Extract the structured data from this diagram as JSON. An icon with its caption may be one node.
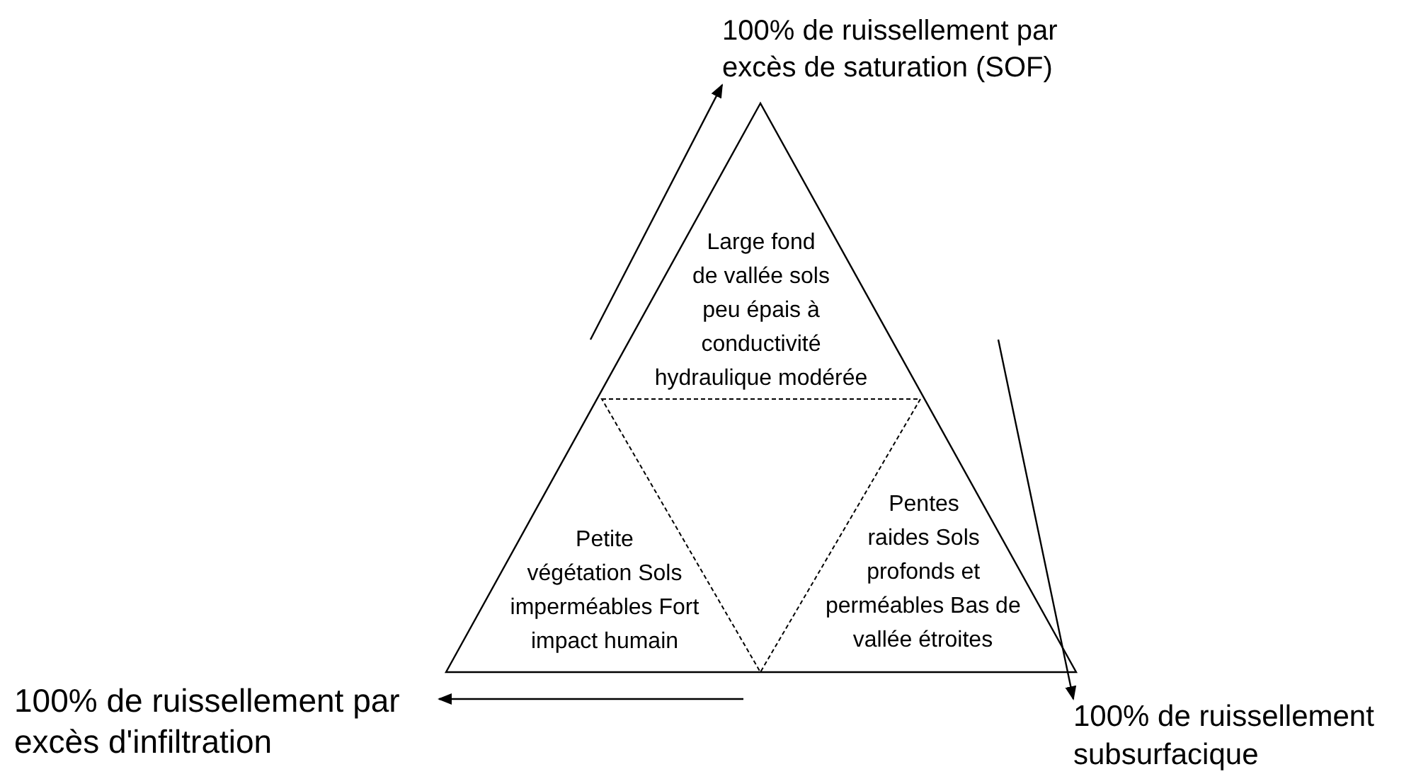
{
  "diagram": {
    "nodes": [
      {
        "text": [
          "100% de ruissellement par excès de saturation (SOF)"
        ]
      },
      {
        "text": [
          "100% de ruissellement par excès d'infiltration"
        ]
      },
      {
        "text": [
          "100% de ruissellement subsurfacique"
        ]
      },
      {
        "text": [
          "Large fond de vallée sols peu épais à conductivité hydraulique modérée"
        ]
      },
      {
        "text": [
          "Petite végétation Sols imperméables Fort impact humain"
        ]
      },
      {
        "text": [
          "Pentes raides Sols profonds et perméables Bas de vallée étroites"
        ]
      }
    ],
    "edges": [
      {
        "from": null,
        "to": 0,
        "arrow": "to"
      },
      {
        "from": null,
        "to": 2,
        "arrow": "to"
      },
      {
        "from": null,
        "to": 1,
        "arrow": "to"
      }
    ]
  }
}
